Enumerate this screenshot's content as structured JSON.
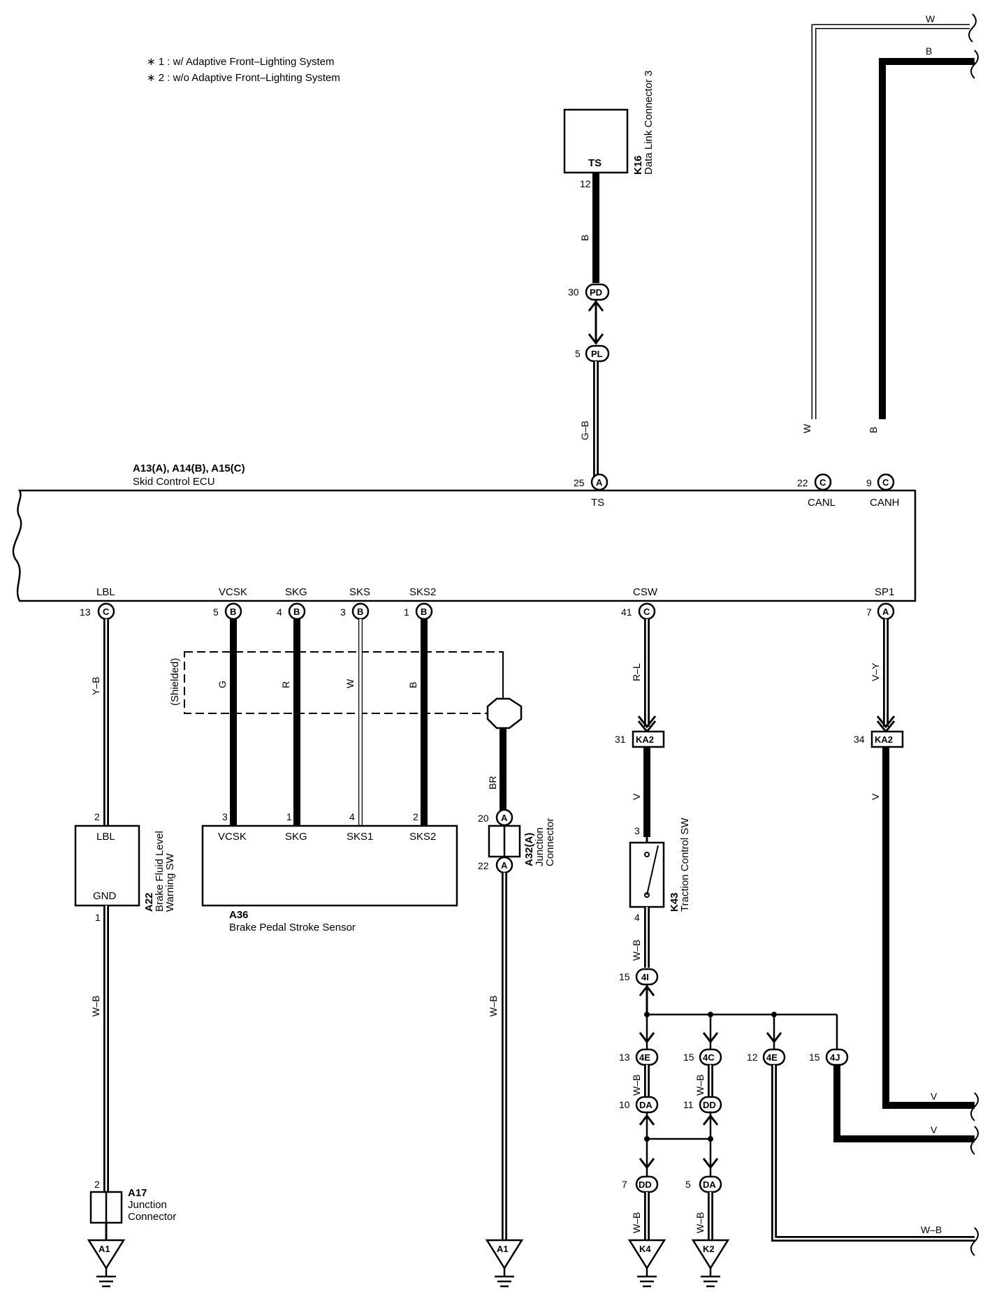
{
  "notes": [
    "∗ 1 : w/ Adaptive Front–Lighting System",
    "∗ 2 : w/o Adaptive Front–Lighting System"
  ],
  "ecu": {
    "codes": "A13(A), A14(B), A15(C)",
    "name": "Skid Control ECU",
    "top_terms": [
      {
        "id": "ts",
        "label": "TS",
        "pin": "25",
        "conn": "A"
      },
      {
        "id": "canl",
        "label": "CANL",
        "pin": "22",
        "conn": "C"
      },
      {
        "id": "canh",
        "label": "CANH",
        "pin": "9",
        "conn": "C"
      }
    ],
    "bottom_terms": [
      {
        "id": "lbl",
        "label": "LBL",
        "pin": "13",
        "conn": "C"
      },
      {
        "id": "vcsk",
        "label": "VCSK",
        "pin": "5",
        "conn": "B"
      },
      {
        "id": "skg",
        "label": "SKG",
        "pin": "4",
        "conn": "B"
      },
      {
        "id": "sks",
        "label": "SKS",
        "pin": "3",
        "conn": "B"
      },
      {
        "id": "sks2",
        "label": "SKS2",
        "pin": "1",
        "conn": "B"
      },
      {
        "id": "csw",
        "label": "CSW",
        "pin": "41",
        "conn": "C"
      },
      {
        "id": "sp1",
        "label": "SP1",
        "pin": "7",
        "conn": "A"
      }
    ]
  },
  "dlc3": {
    "code": "K16",
    "name": "Data Link Connector 3",
    "term": "TS",
    "pin": "12"
  },
  "pd_pl": [
    {
      "pin": "30",
      "conn": "PD"
    },
    {
      "pin": "5",
      "conn": "PL"
    }
  ],
  "brake_fluid": {
    "code": "A22",
    "name1": "Brake Fluid Level",
    "name2": "Warning SW",
    "t1": "LBL",
    "t2": "GND",
    "pin_top": "2",
    "pin_bot": "1"
  },
  "stroke_sensor": {
    "code": "A36",
    "name": "Brake Pedal Stroke Sensor",
    "terms": [
      {
        "label": "VCSK",
        "pin": "3"
      },
      {
        "label": "SKG",
        "pin": "1"
      },
      {
        "label": "SKS1",
        "pin": "4"
      },
      {
        "label": "SKS2",
        "pin": "2"
      }
    ]
  },
  "shielded": "(Shielded)",
  "a32": {
    "code": "A32(A)",
    "name1": "Junction",
    "name2": "Connector",
    "pin_top": "20",
    "pin_bot": "22",
    "conn": "A"
  },
  "a17": {
    "code": "A17",
    "name1": "Junction",
    "name2": "Connector",
    "pin": "2"
  },
  "traction": {
    "code": "K43",
    "name": "Traction Control SW",
    "pin_top": "3",
    "pin_bot": "4"
  },
  "connectors": {
    "ka2_31": {
      "pin": "31",
      "conn": "KA2"
    },
    "ka2_34": {
      "pin": "34",
      "conn": "KA2"
    },
    "c4i": {
      "pin": "15",
      "conn": "4I"
    },
    "c4e_13": {
      "pin": "13",
      "conn": "4E"
    },
    "c4c": {
      "pin": "15",
      "conn": "4C"
    },
    "c4e_12": {
      "pin": "12",
      "conn": "4E"
    },
    "c4j": {
      "pin": "15",
      "conn": "4J"
    },
    "cda_10": {
      "pin": "10",
      "conn": "DA"
    },
    "cdd_11": {
      "pin": "11",
      "conn": "DD"
    },
    "cdd_7": {
      "pin": "7",
      "conn": "DD"
    },
    "cda_5": {
      "pin": "5",
      "conn": "DA"
    }
  },
  "grounds": [
    "A1",
    "A1",
    "K4",
    "K2"
  ],
  "wires": {
    "w_top": "W",
    "b_top": "B",
    "b_dlc": "B",
    "gb": "G–B",
    "w_canl": "W",
    "b_canh": "B",
    "yb": "Y–B",
    "g": "G",
    "r": "R",
    "w_sks": "W",
    "b_sks2": "B",
    "br": "BR",
    "rl": "R–L",
    "vy": "V–Y",
    "v_csw": "V",
    "v_sp1": "V",
    "wb_a22": "W–B",
    "wb_a32": "W–B",
    "wb_k43": "W–B",
    "wb_4e": "W–B",
    "wb_4c": "W–B",
    "wb_k4": "W–B",
    "wb_k2": "W–B",
    "v_right1": "V",
    "v_right2": "V",
    "wb_right": "W–B"
  }
}
